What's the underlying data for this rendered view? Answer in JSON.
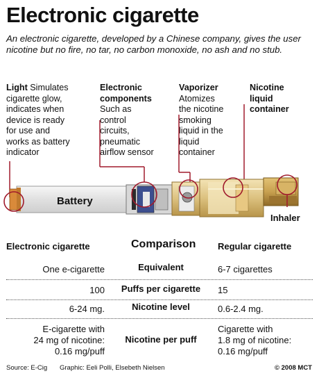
{
  "title": "Electronic cigarette",
  "subtitle": "An electronic cigarette, developed by a Chinese company, gives the user nicotine but no fire, no tar, no carbon monoxide, no ash and no stub.",
  "callouts": {
    "light": {
      "heading": "Light",
      "lines": [
        " Simulates",
        "cigarette glow,",
        "indicates when",
        "device is ready",
        "for use and",
        "works as battery",
        "indicator"
      ]
    },
    "components": {
      "heading_lines": [
        "Electronic",
        "components"
      ],
      "lines": [
        "Such as",
        "control",
        "circuits,",
        "pneumatic",
        "airflow sensor"
      ]
    },
    "vaporizer": {
      "heading": "Vaporizer",
      "lines": [
        "Atomizes",
        "the nicotine",
        "smoking",
        "liquid in the",
        "liquid",
        "container"
      ]
    },
    "nicotine": {
      "heading_lines": [
        "Nicotine",
        "liquid",
        "container"
      ]
    }
  },
  "diagram_labels": {
    "battery": "Battery",
    "inhaler": "Inhaler"
  },
  "comparison": {
    "title": "Comparison",
    "left_header": "Electronic cigarette",
    "right_header": "Regular cigarette",
    "rows": [
      {
        "left": [
          "One e-cigarette"
        ],
        "label": "Equivalent",
        "right": [
          "6-7 cigarettes"
        ]
      },
      {
        "left": [
          "100"
        ],
        "label": "Puffs per cigarette",
        "right": [
          "15"
        ]
      },
      {
        "left": [
          "6-24 mg."
        ],
        "label": "Nicotine level",
        "right": [
          "0.6-2.4 mg."
        ]
      },
      {
        "left": [
          "E-cigarette with",
          "24 mg of nicotine:",
          "0.16 mg/puff"
        ],
        "label": "Nicotine per puff",
        "right": [
          "Cigarette with",
          "1.8 mg of nicotine:",
          "0.16 mg/puff"
        ]
      }
    ]
  },
  "footer": {
    "source": "Source: E-Cig",
    "graphic": "Graphic: Eeli Polli, Elsebeth Nielsen",
    "copyright": "© 2008 MCT"
  },
  "colors": {
    "callout_line": "#a01a2c",
    "battery_body": "#e7e7e7",
    "gold": "#e2c98b",
    "gold_dark": "#b58d3e",
    "tip_orange": "#d98a3a"
  }
}
